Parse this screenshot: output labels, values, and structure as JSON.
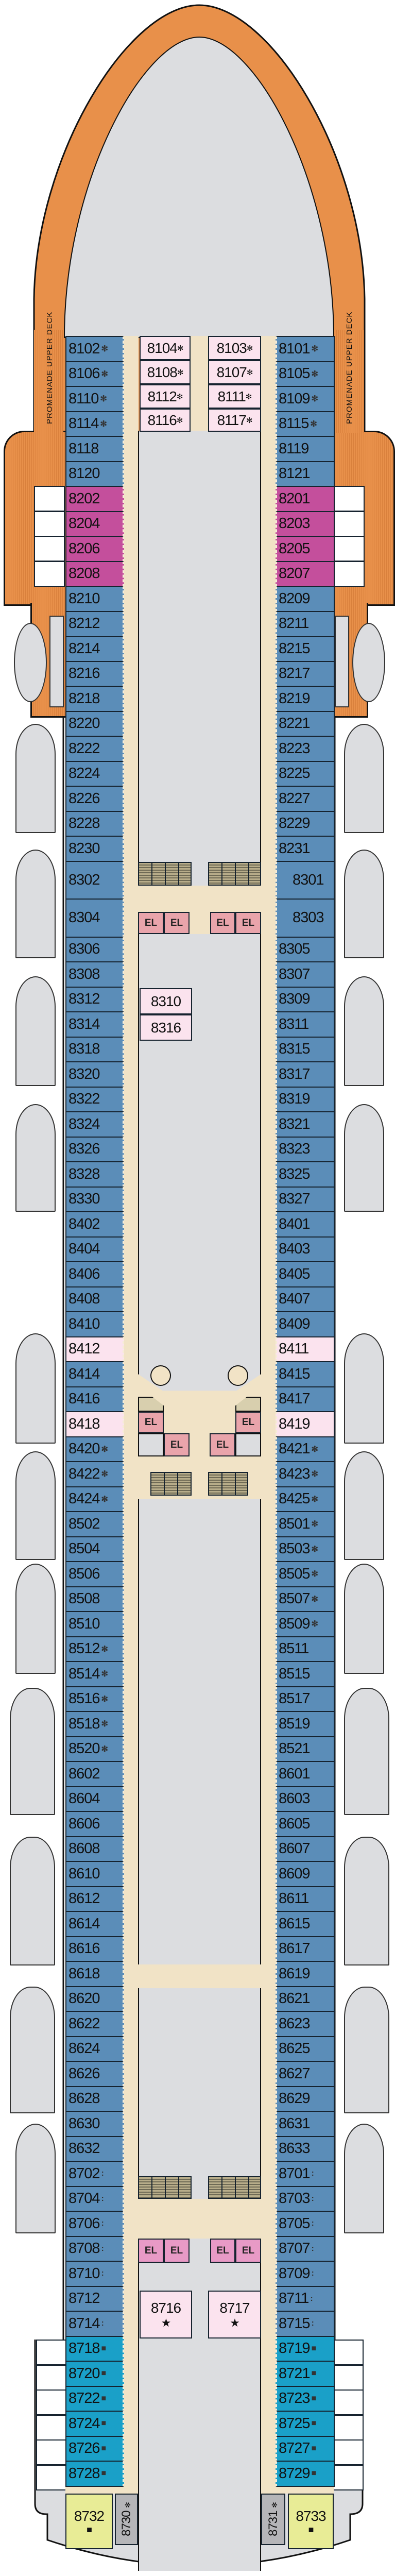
{
  "deck_label": "PROMENADE UPPER DECK",
  "elevator_label": "EL",
  "palette": {
    "blue": "#5b8db8",
    "magenta": "#c44f9c",
    "light_pink": "#fbe3ee",
    "cyan": "#1aa0c8",
    "yellow": "#e8ec96",
    "gray": "#b5b5b8",
    "promenade_orange": "#e8904a",
    "corridor_beige": "#f1e3c6",
    "interior_gray": "#dcdde0"
  },
  "left_cabins": [
    {
      "n": "8102",
      "c": "blue",
      "m": "✻"
    },
    {
      "n": "8106",
      "c": "blue",
      "m": "✻"
    },
    {
      "n": "8110",
      "c": "blue",
      "m": "✻"
    },
    {
      "n": "8114",
      "c": "blue",
      "m": "✻"
    },
    {
      "n": "8118",
      "c": "blue",
      "m": ""
    },
    {
      "n": "8120",
      "c": "blue",
      "m": ""
    },
    {
      "n": "8202",
      "c": "magenta",
      "m": ""
    },
    {
      "n": "8204",
      "c": "magenta",
      "m": ""
    },
    {
      "n": "8206",
      "c": "magenta",
      "m": ""
    },
    {
      "n": "8208",
      "c": "magenta",
      "m": ""
    },
    {
      "n": "8210",
      "c": "blue",
      "m": ""
    },
    {
      "n": "8212",
      "c": "blue",
      "m": ""
    },
    {
      "n": "8214",
      "c": "blue",
      "m": ""
    },
    {
      "n": "8216",
      "c": "blue",
      "m": ""
    },
    {
      "n": "8218",
      "c": "blue",
      "m": ""
    },
    {
      "n": "8220",
      "c": "blue",
      "m": ""
    },
    {
      "n": "8222",
      "c": "blue",
      "m": ""
    },
    {
      "n": "8224",
      "c": "blue",
      "m": ""
    },
    {
      "n": "8226",
      "c": "blue",
      "m": ""
    },
    {
      "n": "8228",
      "c": "blue",
      "m": ""
    },
    {
      "n": "8230",
      "c": "blue",
      "m": ""
    },
    {
      "n": "8302",
      "c": "blue",
      "m": ""
    },
    {
      "n": "8304",
      "c": "blue",
      "m": ""
    },
    {
      "n": "8306",
      "c": "blue",
      "m": ""
    },
    {
      "n": "8308",
      "c": "blue",
      "m": ""
    },
    {
      "n": "8312",
      "c": "blue",
      "m": ""
    },
    {
      "n": "8314",
      "c": "blue",
      "m": ""
    },
    {
      "n": "8318",
      "c": "blue",
      "m": ""
    },
    {
      "n": "8320",
      "c": "blue",
      "m": ""
    },
    {
      "n": "8322",
      "c": "blue",
      "m": ""
    },
    {
      "n": "8324",
      "c": "blue",
      "m": ""
    },
    {
      "n": "8326",
      "c": "blue",
      "m": ""
    },
    {
      "n": "8328",
      "c": "blue",
      "m": ""
    },
    {
      "n": "8330",
      "c": "blue",
      "m": ""
    },
    {
      "n": "8402",
      "c": "blue",
      "m": ""
    },
    {
      "n": "8404",
      "c": "blue",
      "m": ""
    },
    {
      "n": "8406",
      "c": "blue",
      "m": ""
    },
    {
      "n": "8408",
      "c": "blue",
      "m": ""
    },
    {
      "n": "8410",
      "c": "blue",
      "m": ""
    },
    {
      "n": "8412",
      "c": "light_pink",
      "m": ""
    },
    {
      "n": "8414",
      "c": "blue",
      "m": ""
    },
    {
      "n": "8416",
      "c": "blue",
      "m": ""
    },
    {
      "n": "8418",
      "c": "light_pink",
      "m": ""
    },
    {
      "n": "8420",
      "c": "blue",
      "m": "✻"
    },
    {
      "n": "8422",
      "c": "blue",
      "m": "✻"
    },
    {
      "n": "8424",
      "c": "blue",
      "m": "✻"
    },
    {
      "n": "8502",
      "c": "blue",
      "m": ""
    },
    {
      "n": "8504",
      "c": "blue",
      "m": ""
    },
    {
      "n": "8506",
      "c": "blue",
      "m": ""
    },
    {
      "n": "8508",
      "c": "blue",
      "m": ""
    },
    {
      "n": "8510",
      "c": "blue",
      "m": ""
    },
    {
      "n": "8512",
      "c": "blue",
      "m": "✻"
    },
    {
      "n": "8514",
      "c": "blue",
      "m": "✻"
    },
    {
      "n": "8516",
      "c": "blue",
      "m": "✻"
    },
    {
      "n": "8518",
      "c": "blue",
      "m": "✻"
    },
    {
      "n": "8520",
      "c": "blue",
      "m": "✻"
    },
    {
      "n": "8602",
      "c": "blue",
      "m": ""
    },
    {
      "n": "8604",
      "c": "blue",
      "m": ""
    },
    {
      "n": "8606",
      "c": "blue",
      "m": ""
    },
    {
      "n": "8608",
      "c": "blue",
      "m": ""
    },
    {
      "n": "8610",
      "c": "blue",
      "m": ""
    },
    {
      "n": "8612",
      "c": "blue",
      "m": ""
    },
    {
      "n": "8614",
      "c": "blue",
      "m": ""
    },
    {
      "n": "8616",
      "c": "blue",
      "m": ""
    },
    {
      "n": "8618",
      "c": "blue",
      "m": ""
    },
    {
      "n": "8620",
      "c": "blue",
      "m": ""
    },
    {
      "n": "8622",
      "c": "blue",
      "m": ""
    },
    {
      "n": "8624",
      "c": "blue",
      "m": ""
    },
    {
      "n": "8626",
      "c": "blue",
      "m": ""
    },
    {
      "n": "8628",
      "c": "blue",
      "m": ""
    },
    {
      "n": "8630",
      "c": "blue",
      "m": ""
    },
    {
      "n": "8632",
      "c": "blue",
      "m": ""
    },
    {
      "n": "8702",
      "c": "blue",
      "m": ":"
    },
    {
      "n": "8704",
      "c": "blue",
      "m": ":"
    },
    {
      "n": "8706",
      "c": "blue",
      "m": ":"
    },
    {
      "n": "8708",
      "c": "blue",
      "m": ":"
    },
    {
      "n": "8710",
      "c": "blue",
      "m": ":"
    },
    {
      "n": "8712",
      "c": "blue",
      "m": ""
    },
    {
      "n": "8714",
      "c": "blue",
      "m": ":"
    },
    {
      "n": "8718",
      "c": "cyan",
      "m": "■"
    },
    {
      "n": "8720",
      "c": "cyan",
      "m": "■"
    },
    {
      "n": "8722",
      "c": "cyan",
      "m": "■"
    },
    {
      "n": "8724",
      "c": "cyan",
      "m": "■"
    },
    {
      "n": "8726",
      "c": "cyan",
      "m": "■"
    },
    {
      "n": "8728",
      "c": "cyan",
      "m": "■"
    }
  ],
  "right_cabins": [
    {
      "n": "8101",
      "c": "blue",
      "m": "✻"
    },
    {
      "n": "8105",
      "c": "blue",
      "m": "✻"
    },
    {
      "n": "8109",
      "c": "blue",
      "m": "✻"
    },
    {
      "n": "8115",
      "c": "blue",
      "m": "✻"
    },
    {
      "n": "8119",
      "c": "blue",
      "m": ""
    },
    {
      "n": "8121",
      "c": "blue",
      "m": ""
    },
    {
      "n": "8201",
      "c": "magenta",
      "m": ""
    },
    {
      "n": "8203",
      "c": "magenta",
      "m": ""
    },
    {
      "n": "8205",
      "c": "magenta",
      "m": ""
    },
    {
      "n": "8207",
      "c": "magenta",
      "m": ""
    },
    {
      "n": "8209",
      "c": "blue",
      "m": ""
    },
    {
      "n": "8211",
      "c": "blue",
      "m": ""
    },
    {
      "n": "8215",
      "c": "blue",
      "m": ""
    },
    {
      "n": "8217",
      "c": "blue",
      "m": ""
    },
    {
      "n": "8219",
      "c": "blue",
      "m": ""
    },
    {
      "n": "8221",
      "c": "blue",
      "m": ""
    },
    {
      "n": "8223",
      "c": "blue",
      "m": ""
    },
    {
      "n": "8225",
      "c": "blue",
      "m": ""
    },
    {
      "n": "8227",
      "c": "blue",
      "m": ""
    },
    {
      "n": "8229",
      "c": "blue",
      "m": ""
    },
    {
      "n": "8231",
      "c": "blue",
      "m": ""
    },
    {
      "n": "8301",
      "c": "blue",
      "m": ""
    },
    {
      "n": "8303",
      "c": "blue",
      "m": ""
    },
    {
      "n": "8305",
      "c": "blue",
      "m": ""
    },
    {
      "n": "8307",
      "c": "blue",
      "m": ""
    },
    {
      "n": "8309",
      "c": "blue",
      "m": ""
    },
    {
      "n": "8311",
      "c": "blue",
      "m": ""
    },
    {
      "n": "8315",
      "c": "blue",
      "m": ""
    },
    {
      "n": "8317",
      "c": "blue",
      "m": ""
    },
    {
      "n": "8319",
      "c": "blue",
      "m": ""
    },
    {
      "n": "8321",
      "c": "blue",
      "m": ""
    },
    {
      "n": "8323",
      "c": "blue",
      "m": ""
    },
    {
      "n": "8325",
      "c": "blue",
      "m": ""
    },
    {
      "n": "8327",
      "c": "blue",
      "m": ""
    },
    {
      "n": "8401",
      "c": "blue",
      "m": ""
    },
    {
      "n": "8403",
      "c": "blue",
      "m": ""
    },
    {
      "n": "8405",
      "c": "blue",
      "m": ""
    },
    {
      "n": "8407",
      "c": "blue",
      "m": ""
    },
    {
      "n": "8409",
      "c": "blue",
      "m": ""
    },
    {
      "n": "8411",
      "c": "light_pink",
      "m": ""
    },
    {
      "n": "8415",
      "c": "blue",
      "m": ""
    },
    {
      "n": "8417",
      "c": "blue",
      "m": ""
    },
    {
      "n": "8419",
      "c": "light_pink",
      "m": ""
    },
    {
      "n": "8421",
      "c": "blue",
      "m": "✻"
    },
    {
      "n": "8423",
      "c": "blue",
      "m": "✻"
    },
    {
      "n": "8425",
      "c": "blue",
      "m": "✻"
    },
    {
      "n": "8501",
      "c": "blue",
      "m": "✻"
    },
    {
      "n": "8503",
      "c": "blue",
      "m": "✻"
    },
    {
      "n": "8505",
      "c": "blue",
      "m": "✻"
    },
    {
      "n": "8507",
      "c": "blue",
      "m": "✻"
    },
    {
      "n": "8509",
      "c": "blue",
      "m": "✻"
    },
    {
      "n": "8511",
      "c": "blue",
      "m": ""
    },
    {
      "n": "8515",
      "c": "blue",
      "m": ""
    },
    {
      "n": "8517",
      "c": "blue",
      "m": ""
    },
    {
      "n": "8519",
      "c": "blue",
      "m": ""
    },
    {
      "n": "8521",
      "c": "blue",
      "m": ""
    },
    {
      "n": "8601",
      "c": "blue",
      "m": ""
    },
    {
      "n": "8603",
      "c": "blue",
      "m": ""
    },
    {
      "n": "8605",
      "c": "blue",
      "m": ""
    },
    {
      "n": "8607",
      "c": "blue",
      "m": ""
    },
    {
      "n": "8609",
      "c": "blue",
      "m": ""
    },
    {
      "n": "8611",
      "c": "blue",
      "m": ""
    },
    {
      "n": "8615",
      "c": "blue",
      "m": ""
    },
    {
      "n": "8617",
      "c": "blue",
      "m": ""
    },
    {
      "n": "8619",
      "c": "blue",
      "m": ""
    },
    {
      "n": "8621",
      "c": "blue",
      "m": ""
    },
    {
      "n": "8623",
      "c": "blue",
      "m": ""
    },
    {
      "n": "8625",
      "c": "blue",
      "m": ""
    },
    {
      "n": "8627",
      "c": "blue",
      "m": ""
    },
    {
      "n": "8629",
      "c": "blue",
      "m": ""
    },
    {
      "n": "8631",
      "c": "blue",
      "m": ""
    },
    {
      "n": "8633",
      "c": "blue",
      "m": ""
    },
    {
      "n": "8701",
      "c": "blue",
      "m": ":"
    },
    {
      "n": "8703",
      "c": "blue",
      "m": ":"
    },
    {
      "n": "8705",
      "c": "blue",
      "m": ":"
    },
    {
      "n": "8707",
      "c": "blue",
      "m": ":"
    },
    {
      "n": "8709",
      "c": "blue",
      "m": ":"
    },
    {
      "n": "8711",
      "c": "blue",
      "m": ":"
    },
    {
      "n": "8715",
      "c": "blue",
      "m": ":"
    },
    {
      "n": "8719",
      "c": "cyan",
      "m": "■"
    },
    {
      "n": "8721",
      "c": "cyan",
      "m": "■"
    },
    {
      "n": "8723",
      "c": "cyan",
      "m": "■"
    },
    {
      "n": "8725",
      "c": "cyan",
      "m": "■"
    },
    {
      "n": "8727",
      "c": "cyan",
      "m": "■"
    },
    {
      "n": "8729",
      "c": "cyan",
      "m": "■"
    }
  ],
  "center_cabins": {
    "forward_left": [
      {
        "n": "8104",
        "m": "✻"
      },
      {
        "n": "8108",
        "m": "✻"
      },
      {
        "n": "8112",
        "m": "✻"
      },
      {
        "n": "8116",
        "m": "✻"
      }
    ],
    "forward_right": [
      {
        "n": "8103",
        "m": "✻"
      },
      {
        "n": "8107",
        "m": "✻"
      },
      {
        "n": "8111",
        "m": "✻"
      },
      {
        "n": "8117",
        "m": "✻"
      }
    ],
    "mid": [
      {
        "n": "8310"
      },
      {
        "n": "8316"
      }
    ],
    "aft": [
      {
        "n": "8716",
        "m": "★"
      },
      {
        "n": "8717",
        "m": "★"
      }
    ],
    "stern_gray": [
      {
        "n": "8730",
        "m": "✻"
      },
      {
        "n": "8731",
        "m": "✻"
      }
    ],
    "stern_yellow": [
      {
        "n": "8732",
        "m": "■"
      },
      {
        "n": "8733",
        "m": "■"
      }
    ]
  }
}
